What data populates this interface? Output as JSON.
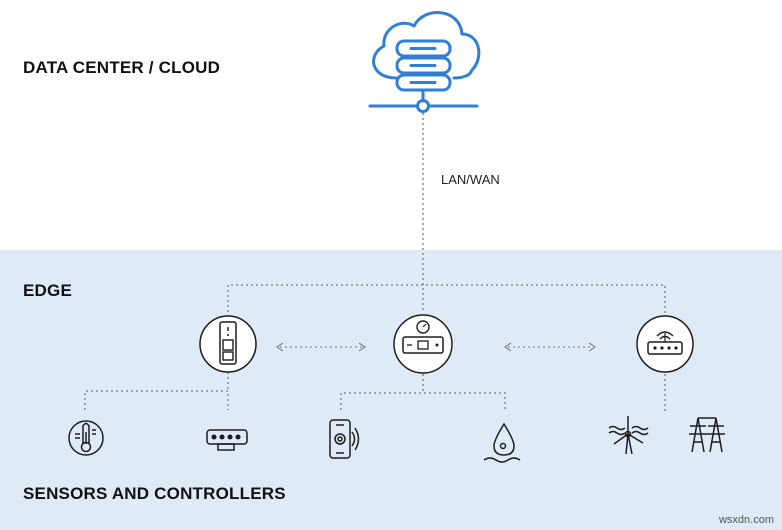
{
  "labels": {
    "cloud": "DATA CENTER / CLOUD",
    "edge": "EDGE",
    "sensors": "SENSORS AND CONTROLLERS",
    "link": "LAN/WAN"
  },
  "watermark": "wsxdn.com",
  "colors": {
    "icon_blue": "#2f7fd4",
    "edge_band": "#deebf7",
    "line_gray": "#7a7a7a",
    "icon_dark": "#1d1d1d"
  },
  "icons": {
    "cloud": "cloud-server-icon",
    "edge_nodes": [
      "edge-device-tower-icon",
      "edge-gateway-icon",
      "edge-router-icon"
    ],
    "sensors": [
      "thermometer-sensor-icon",
      "ir-sensor-icon",
      "mobile-device-icon",
      "water-sensor-icon",
      "wind-turbine-icon",
      "power-tower-icon"
    ]
  }
}
